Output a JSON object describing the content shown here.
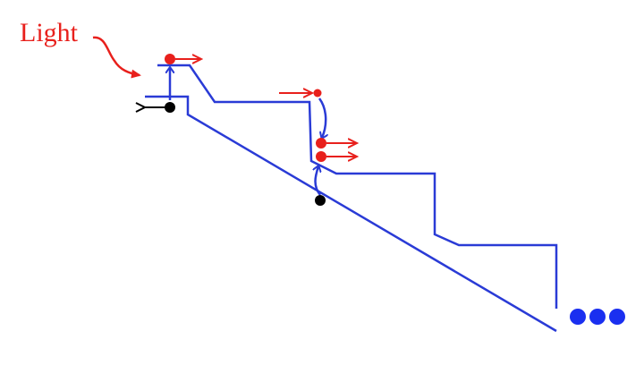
{
  "labels": {
    "light": "Light"
  },
  "colors": {
    "structure": "#2a3bd6",
    "light": "#e8201c",
    "particle": "#000000",
    "ellipsis": "#1a2ff0",
    "background": "#ffffff"
  },
  "legend": {
    "light_marker": "red-dot-with-right-arrow",
    "dark_marker": "black-dot"
  }
}
